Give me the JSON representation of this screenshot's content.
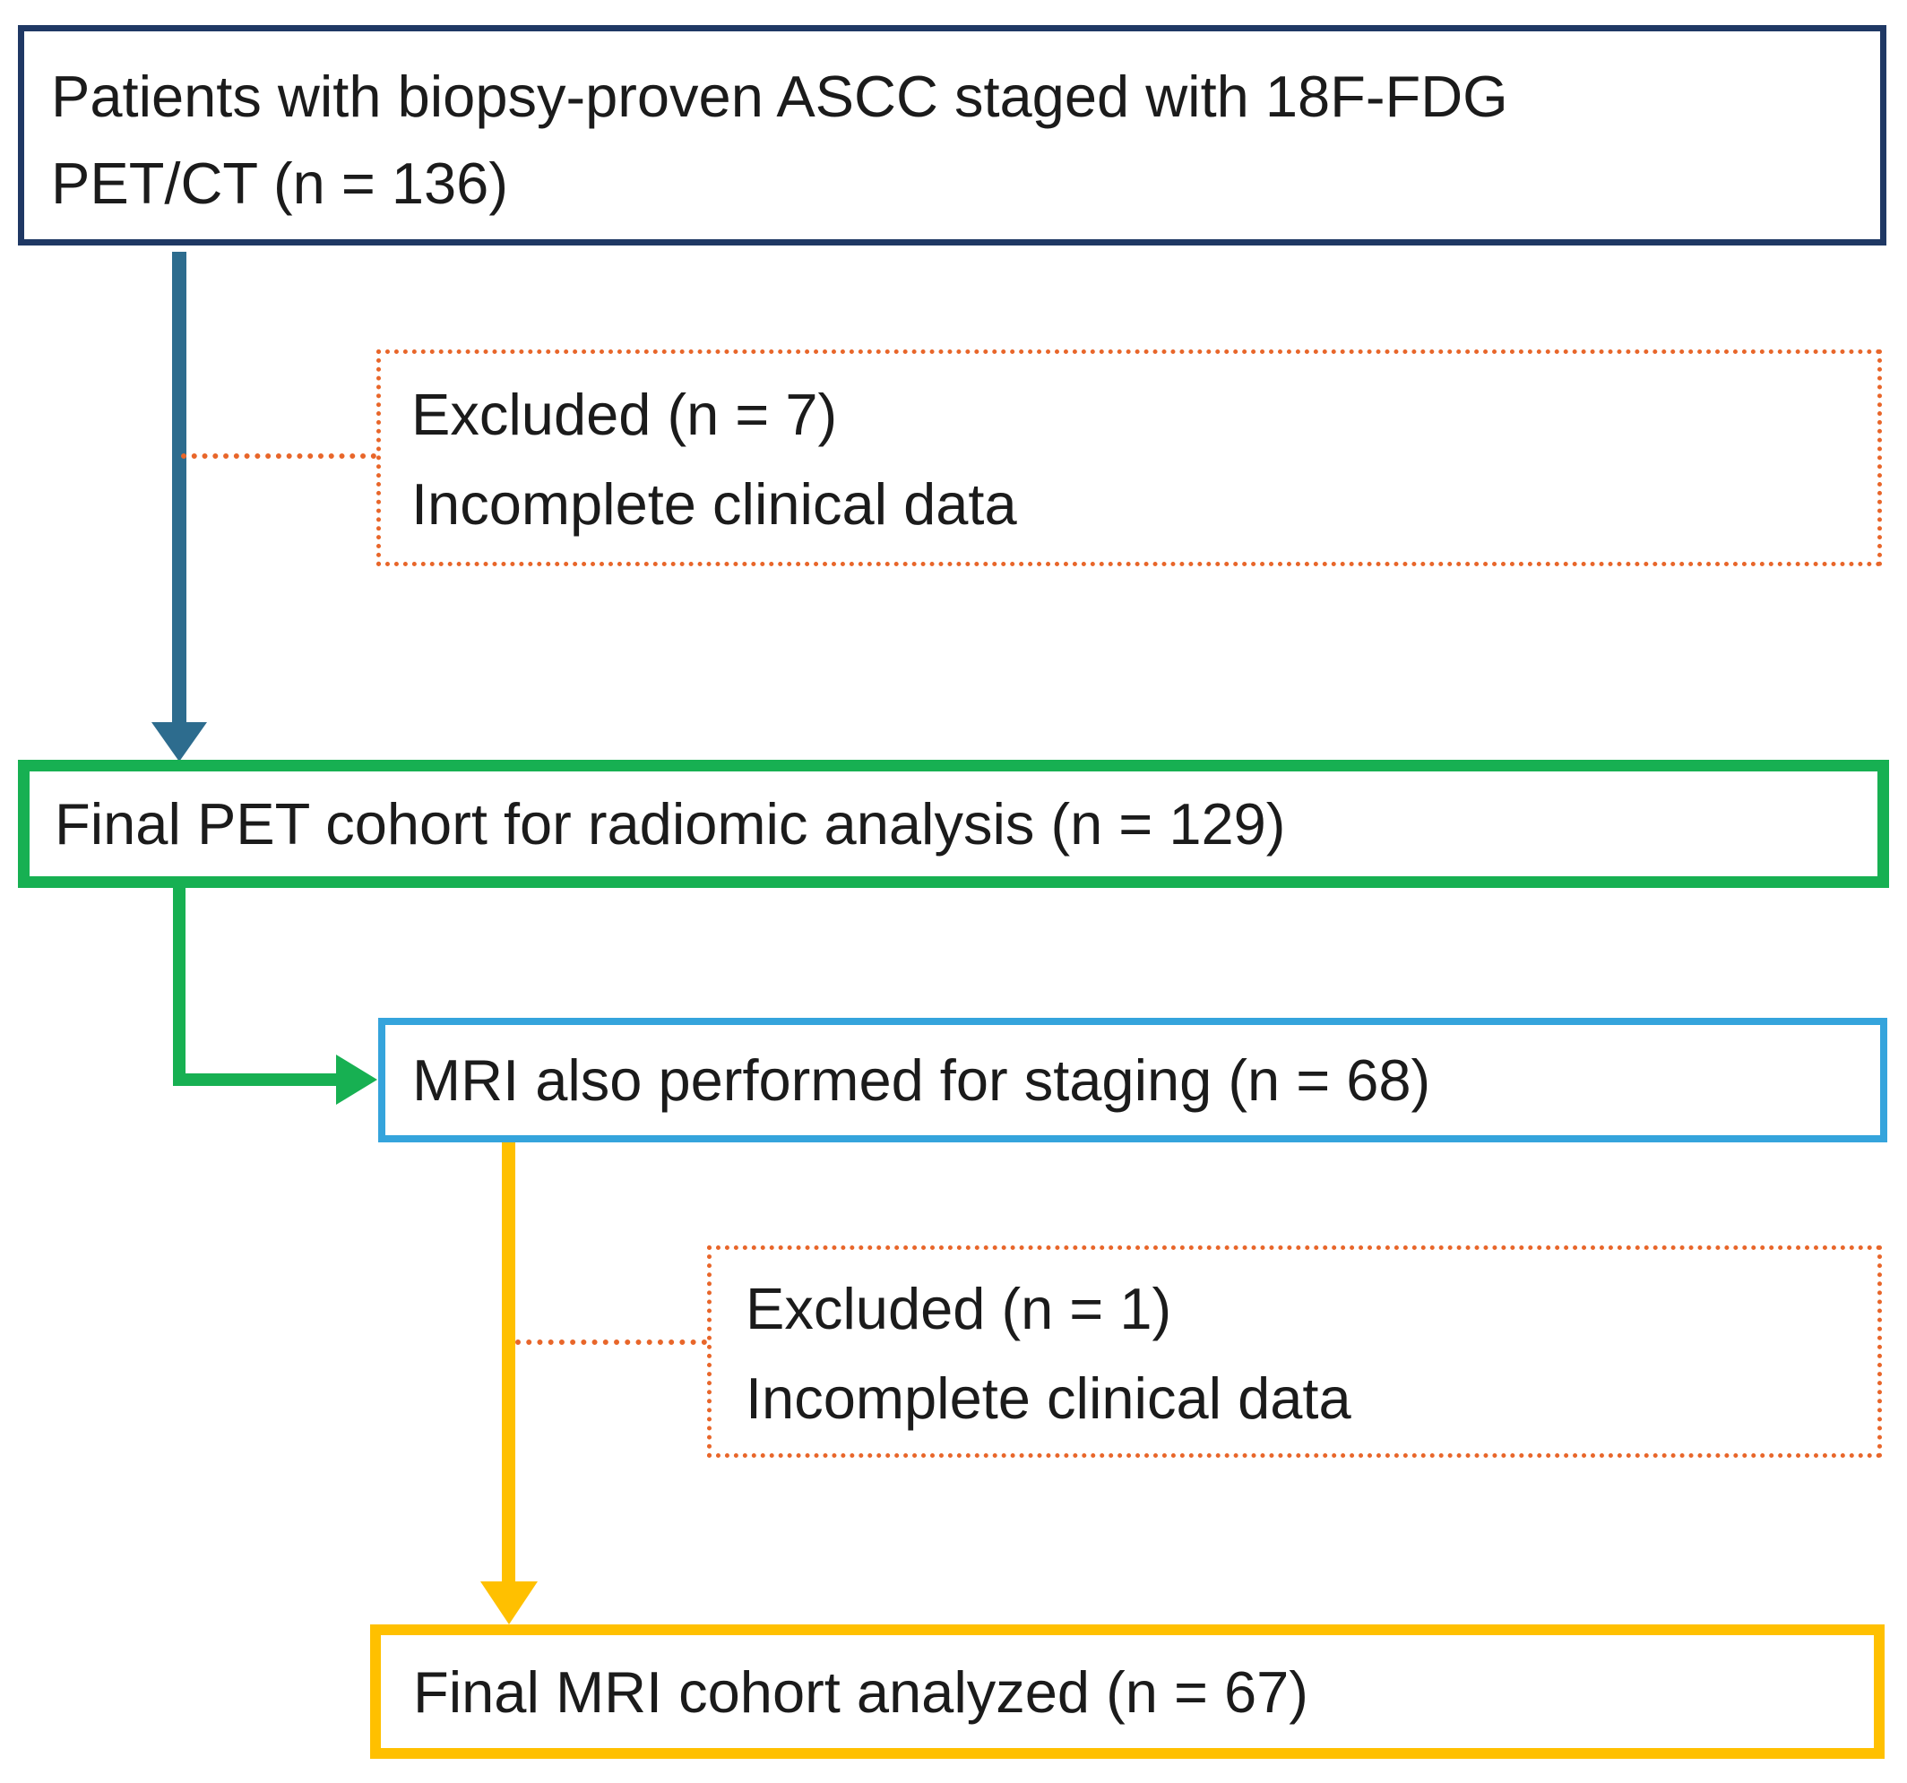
{
  "figure": {
    "type": "patient-flow-diagram",
    "boxes": {
      "patients": {
        "line1": "Patients with biopsy-proven ASCC staged with 18F-FDG",
        "line2": "PET/CT (n = 136)",
        "count": 136,
        "border_color": "#1F3864",
        "border_style": "solid"
      },
      "excluded_pet": {
        "line1": "Excluded (n = 7)",
        "line2": "Incomplete clinical data",
        "count": 7,
        "border_color": "#E8662A",
        "border_style": "dotted"
      },
      "pet_cohort": {
        "label": "Final PET cohort for radiomic analysis (n = 129)",
        "count": 129,
        "border_color": "#17B052",
        "border_style": "solid"
      },
      "mri_staging": {
        "label": "MRI also performed for staging (n = 68)",
        "count": 68,
        "border_color": "#35A4DC",
        "border_style": "solid"
      },
      "excluded_mri": {
        "line1": "Excluded (n = 1)",
        "line2": "Incomplete clinical data",
        "count": 1,
        "border_color": "#E8662A",
        "border_style": "dotted"
      },
      "mri_cohort": {
        "label": "Final MRI cohort analyzed (n = 67)",
        "count": 67,
        "border_color": "#FFC000",
        "border_style": "solid"
      }
    },
    "arrows": {
      "patients_to_pet_cohort_color": "#2D6C8E",
      "pet_cohort_to_mri_staging_color": "#17B052",
      "mri_staging_to_mri_cohort_color": "#FFC000",
      "exclusion_connector_color": "#E8662A"
    },
    "text_color": "#1b1b1b",
    "background_color": "#ffffff"
  }
}
